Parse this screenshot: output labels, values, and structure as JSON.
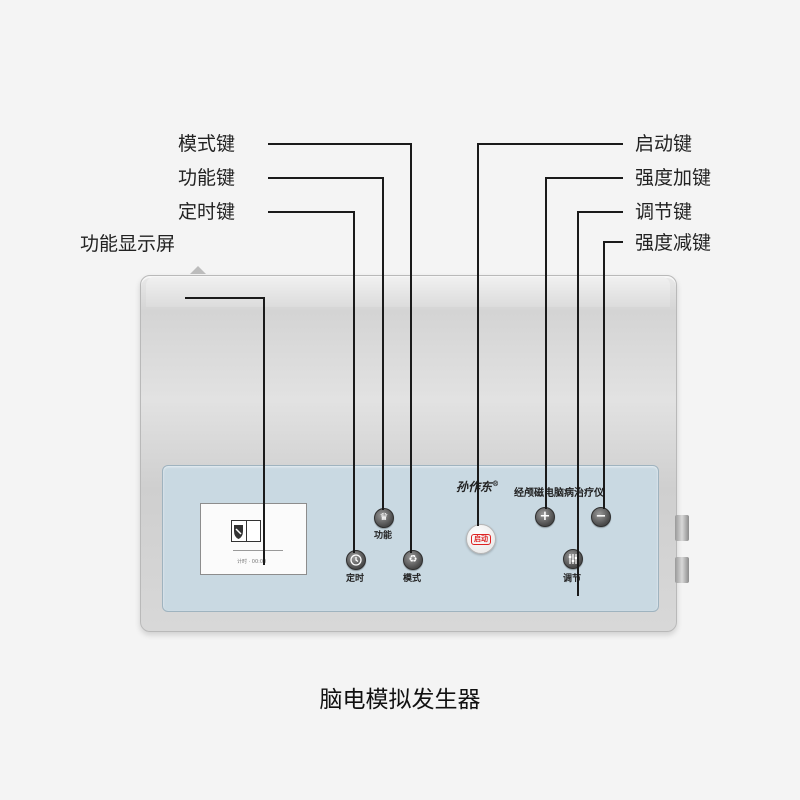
{
  "labels": {
    "mode_key": "模式键",
    "function_key": "功能键",
    "timer_key": "定时键",
    "function_display": "功能显示屏",
    "start_key": "启动键",
    "intensity_up_key": "强度加键",
    "adjust_key": "调节键",
    "intensity_down_key": "强度减键"
  },
  "panel": {
    "brand": "孙作东",
    "brand_mark": "®",
    "model_name": "经颅磁电脑病治疗仪",
    "function_button_label": "功能",
    "timer_button_label": "定时",
    "mode_button_label": "模式",
    "start_button_label": "启动",
    "adjust_button_label": "调节",
    "plus_symbol": "+",
    "minus_symbol": "−"
  },
  "caption": "脑电模拟发生器",
  "icons": {
    "function": "chess-piece-icon",
    "timer": "clock-icon",
    "mode": "recycle-icon",
    "adjust": "sliders-icon",
    "plus": "plus-icon",
    "minus": "minus-icon",
    "display": "screen-icon"
  },
  "colors": {
    "panel_bg": "#c9d9e2",
    "start_accent": "#dd2222",
    "device_body": "#d6d6d6"
  }
}
